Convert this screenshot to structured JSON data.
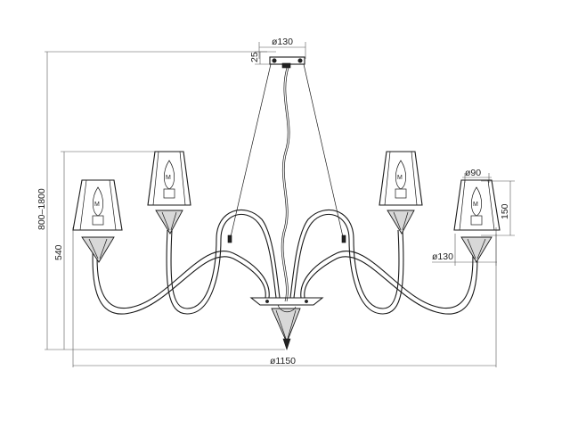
{
  "dimensions": {
    "canopy_diameter": "ø130",
    "canopy_height": "25",
    "overall_height": "800–1800",
    "body_height": "540",
    "overall_diameter": "ø1150",
    "shade_top_diameter": "ø90",
    "shade_height": "150",
    "shade_bottom_diameter": "ø130"
  }
}
